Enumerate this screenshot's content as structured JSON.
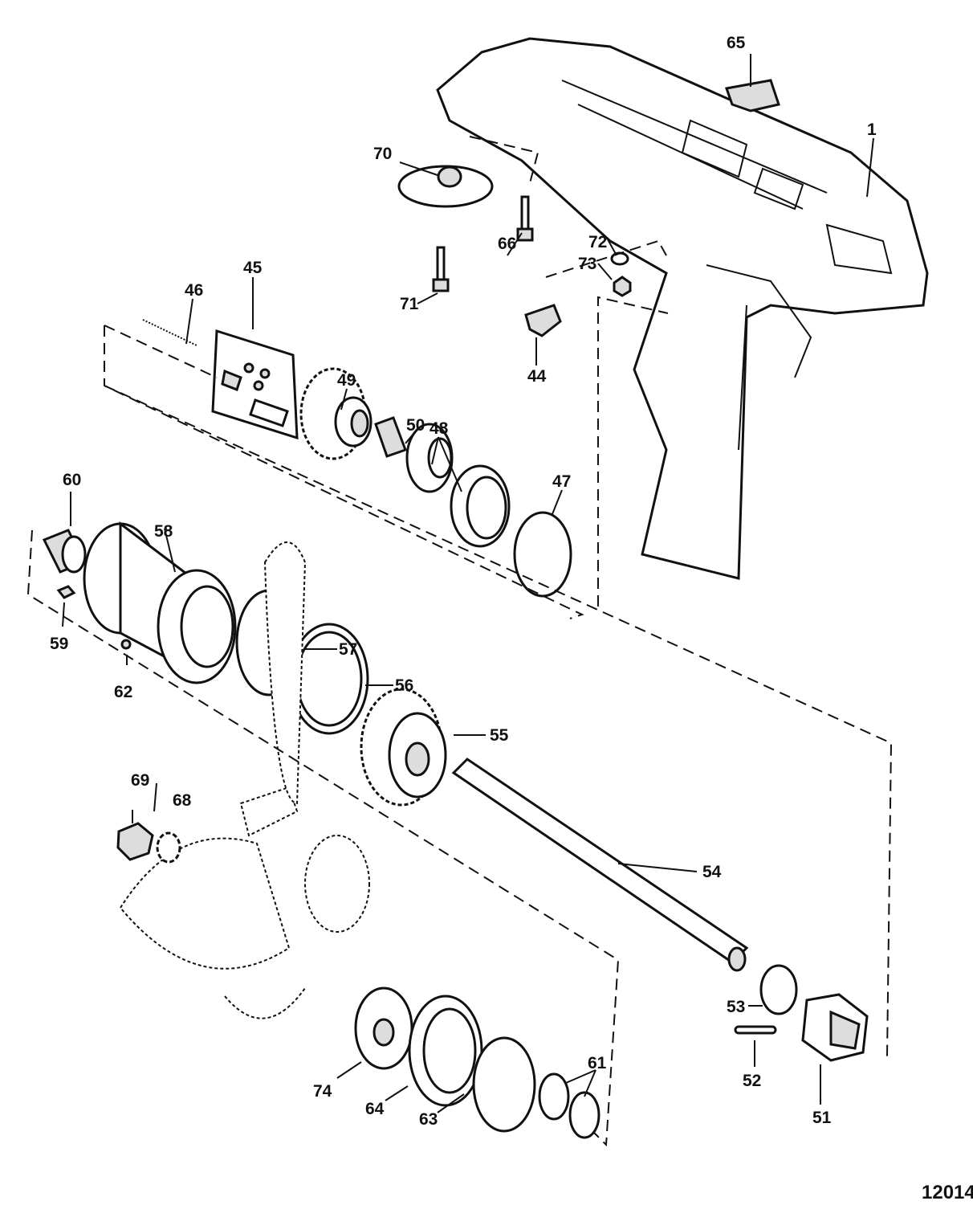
{
  "diagram": {
    "title": "Gear Housing – Propeller Shaft Exploded View",
    "figure_number": "12014",
    "parts": [
      {
        "id": "1",
        "label": "1"
      },
      {
        "id": "44",
        "label": "44"
      },
      {
        "id": "45",
        "label": "45"
      },
      {
        "id": "46",
        "label": "46"
      },
      {
        "id": "47",
        "label": "47"
      },
      {
        "id": "48",
        "label": "48"
      },
      {
        "id": "49",
        "label": "49"
      },
      {
        "id": "50",
        "label": "50"
      },
      {
        "id": "51",
        "label": "51"
      },
      {
        "id": "52",
        "label": "52"
      },
      {
        "id": "53",
        "label": "53"
      },
      {
        "id": "54",
        "label": "54"
      },
      {
        "id": "55",
        "label": "55"
      },
      {
        "id": "56",
        "label": "56"
      },
      {
        "id": "57",
        "label": "57"
      },
      {
        "id": "58",
        "label": "58"
      },
      {
        "id": "59",
        "label": "59"
      },
      {
        "id": "60",
        "label": "60"
      },
      {
        "id": "61",
        "label": "61"
      },
      {
        "id": "62",
        "label": "62"
      },
      {
        "id": "63",
        "label": "63"
      },
      {
        "id": "64",
        "label": "64"
      },
      {
        "id": "65",
        "label": "65"
      },
      {
        "id": "66",
        "label": "66"
      },
      {
        "id": "68",
        "label": "68"
      },
      {
        "id": "69",
        "label": "69"
      },
      {
        "id": "70",
        "label": "70"
      },
      {
        "id": "71",
        "label": "71"
      },
      {
        "id": "72",
        "label": "72"
      },
      {
        "id": "73",
        "label": "73"
      },
      {
        "id": "74",
        "label": "74"
      }
    ]
  }
}
